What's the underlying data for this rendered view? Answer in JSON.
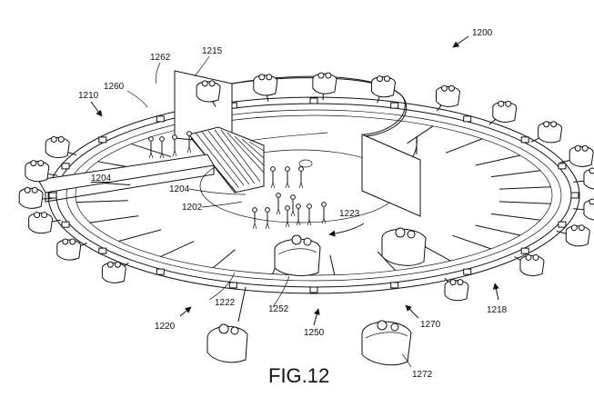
{
  "figure": {
    "caption": "FIG.12",
    "labels": {
      "l1200": "1200",
      "l1262": "1262",
      "l1215": "1215",
      "l1210": "1210",
      "l1260": "1260",
      "l1204a": "1204",
      "l1204b": "1204",
      "l1202": "1202",
      "l1223": "1223",
      "l1222": "1222",
      "l1252": "1252",
      "l1220": "1220",
      "l1250": "1250",
      "l1270": "1270",
      "l1218": "1218",
      "l1272": "1272"
    }
  }
}
